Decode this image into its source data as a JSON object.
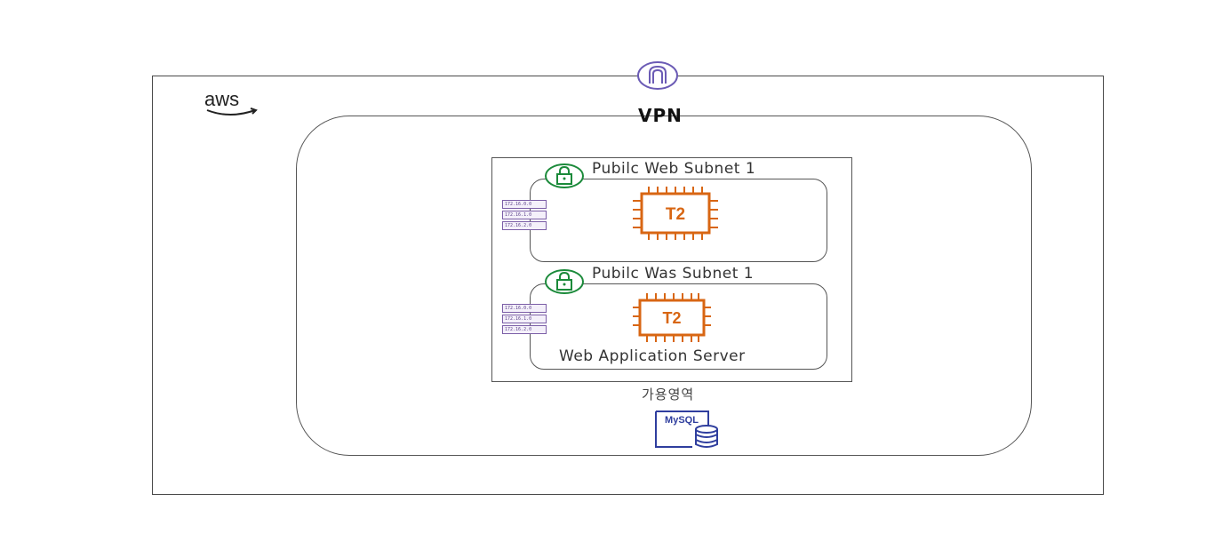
{
  "brand": {
    "logo_text": "aws"
  },
  "vpc": {
    "label": "VPN"
  },
  "availability_zone": {
    "label": "가용영역"
  },
  "subnets": [
    {
      "label": "Pubilc Web Subnet 1",
      "instance_label": "T2",
      "routes": [
        "172.16.0.0",
        "172.16.1.0",
        "172.16.2.0"
      ]
    },
    {
      "label": "Pubilc Was Subnet 1",
      "instance_label": "T2",
      "server_label": "Web Application Server",
      "routes": [
        "172.16.0.0",
        "172.16.1.0",
        "172.16.2.0"
      ]
    }
  ],
  "database": {
    "label": "MySQL"
  },
  "colors": {
    "ec2": "#d86613",
    "subnet_lock": "#1b8a3a",
    "gateway": "#6b5bb5",
    "route_table": "#7b5ea7",
    "database": "#2f3e9e"
  },
  "icons": [
    "aws-logo",
    "vpn-gateway-icon",
    "lock-icon",
    "ec2-chip-icon",
    "route-table-icon",
    "mysql-db-icon"
  ]
}
